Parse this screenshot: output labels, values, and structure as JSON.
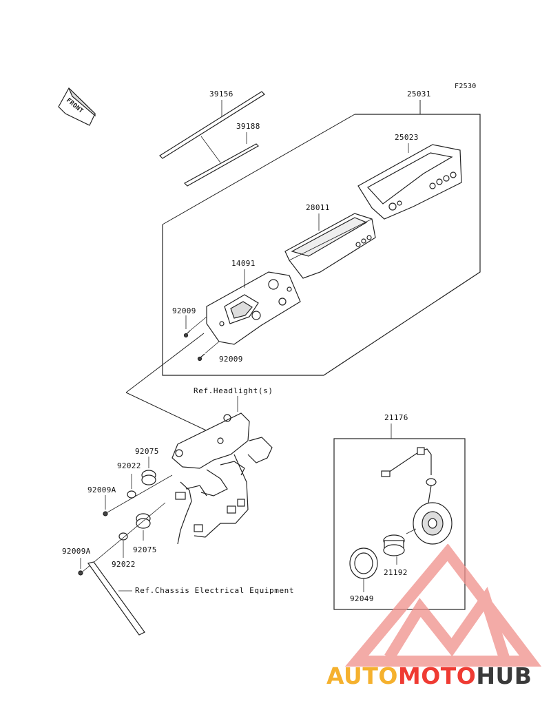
{
  "diagram_code": "F2530",
  "front_marker": "FRONT",
  "labels": {
    "p39156": "39156",
    "p39188": "39188",
    "p25031": "25031",
    "p25023": "25023",
    "p28011": "28011",
    "p14091": "14091",
    "p92009_a": "92009",
    "p92009_b": "92009",
    "ref_headlight": "Ref.Headlight(s)",
    "p92075_a": "92075",
    "p92022_a": "92022",
    "p92009A_a": "92009A",
    "p92075_b": "92075",
    "p92022_b": "92022",
    "p92009A_b": "92009A",
    "ref_chassis": "Ref.Chassis Electrical Equipment",
    "p21176": "21176",
    "p21192": "21192",
    "p92049": "92049"
  },
  "watermark": {
    "part1": "AUTO",
    "part2": "MOTO",
    "part3": "HUB",
    "colors": {
      "auto": "#f5b12e",
      "moto": "#ef3b33",
      "hub": "#3a3a3a"
    }
  }
}
